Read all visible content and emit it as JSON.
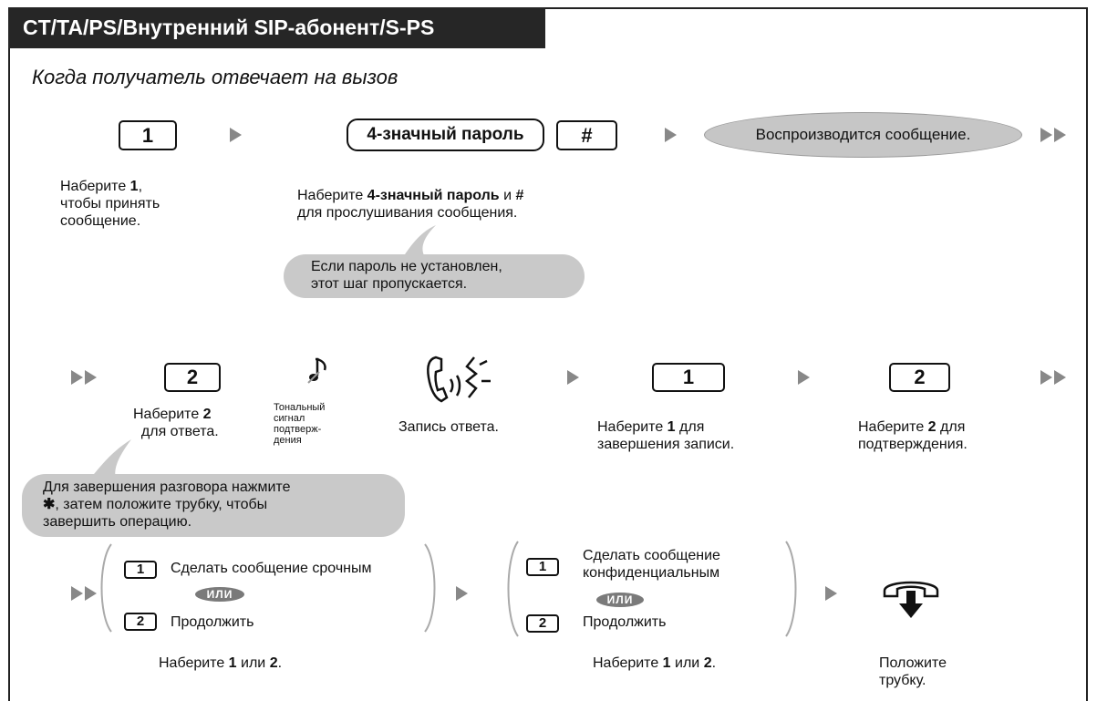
{
  "header": {
    "title": "CT/TA/PS/Внутренний SIP-абонент/S-PS"
  },
  "subtitle": "Когда получатель отвечает на вызов",
  "row1": {
    "key1": "1",
    "password_key": "4-значный пароль",
    "hash_key": "#",
    "playback": "Воспроизводится сообщение.",
    "step1_pre": "Наберите ",
    "step1_bold": "1",
    "step1_post": ",",
    "step1_line2": "чтобы принять",
    "step1_line3": "сообщение.",
    "step2_pre": "Наберите ",
    "step2_bold1": "4-значный пароль",
    "step2_mid": " и ",
    "step2_bold2": "#",
    "step2_line2": "для прослушивания сообщения.",
    "note_line1": "Если пароль не установлен,",
    "note_line2": "этот шаг пропускается."
  },
  "row2": {
    "key2": "2",
    "step_answer_pre": "Наберите ",
    "step_answer_bold": "2",
    "step_answer_line2": "для ответа.",
    "tone_line1": "Тональный",
    "tone_line2": "сигнал",
    "tone_line3": "подтверж-",
    "tone_line4": "дения",
    "record_label": "Запись ответа.",
    "key1": "1",
    "end_rec_pre": "Наберите ",
    "end_rec_bold": "1",
    "end_rec_post": " для",
    "end_rec_line2": "завершения записи.",
    "key2b": "2",
    "confirm_pre": "Наберите  ",
    "confirm_bold": "2",
    "confirm_post": " для",
    "confirm_line2": "подтверждения.",
    "note_line1": "Для завершения разговора нажмите",
    "note_star": "✱",
    "note_line2": ", затем положите трубку, чтобы",
    "note_line3": "завершить операцию."
  },
  "row3": {
    "groupA_key1": "1",
    "groupA_opt1": "Сделать сообщение срочным",
    "groupA_or": "ИЛИ",
    "groupA_key2": "2",
    "groupA_opt2": "Продолжить",
    "groupA_cap_pre": "Наберите ",
    "groupA_cap_b1": "1",
    "groupA_cap_mid": " или ",
    "groupA_cap_b2": "2",
    "groupA_cap_post": ".",
    "groupB_key1": "1",
    "groupB_opt1_line1": "Сделать сообщение",
    "groupB_opt1_line2": "конфиденциальным",
    "groupB_or": "ИЛИ",
    "groupB_key2": "2",
    "groupB_opt2": "Продолжить",
    "groupB_cap_pre": "Наберите ",
    "groupB_cap_b1": "1",
    "groupB_cap_mid": " или ",
    "groupB_cap_b2": "2",
    "groupB_cap_post": ".",
    "hangup_line1": "Положите",
    "hangup_line2": "трубку."
  },
  "colors": {
    "header_bg": "#262626",
    "bubble": "#c9c9c9",
    "arrow": "#888888",
    "or_badge": "#7a7a7a"
  },
  "icons": [
    "arrow-icon",
    "double-arrow-icon",
    "music-note-icon",
    "speaking-phone-icon",
    "hang-up-icon"
  ]
}
